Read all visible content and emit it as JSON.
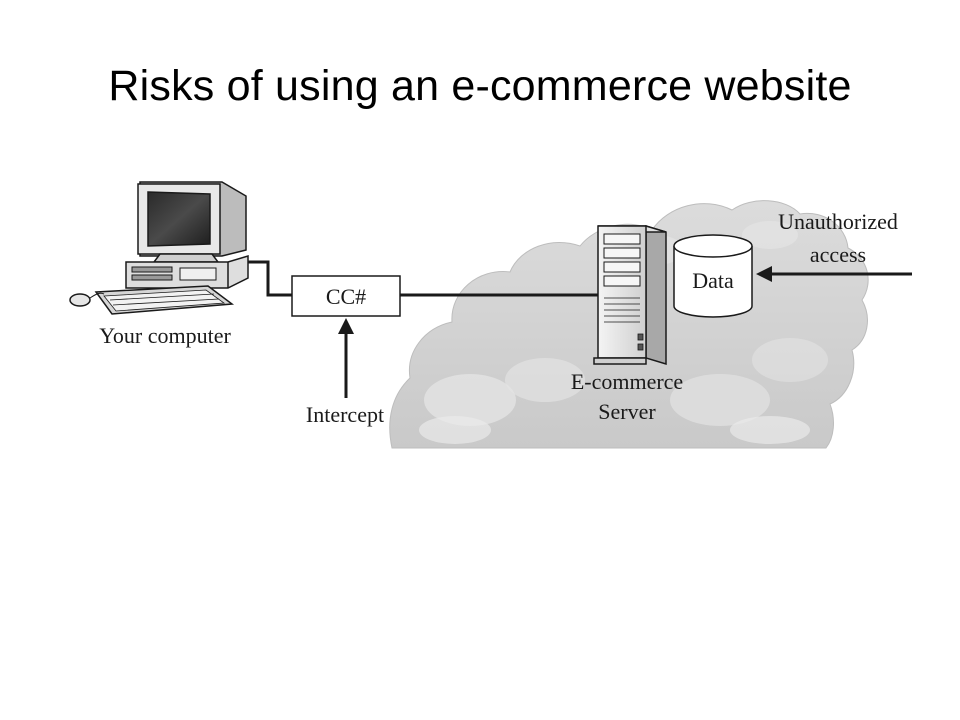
{
  "slide": {
    "title": "Risks of using an e-commerce website"
  },
  "diagram": {
    "computer_label": "Your computer",
    "packet_label": "CC#",
    "intercept_label": "Intercept",
    "server_label_line1": "E-commerce",
    "server_label_line2": "Server",
    "database_label": "Data",
    "unauthorized_line1": "Unauthorized",
    "unauthorized_line2": "access"
  },
  "colors": {
    "cloud_fill": "#d4d4d4",
    "cloud_highlight": "#e6e6e6",
    "line": "#1a1a1a"
  }
}
